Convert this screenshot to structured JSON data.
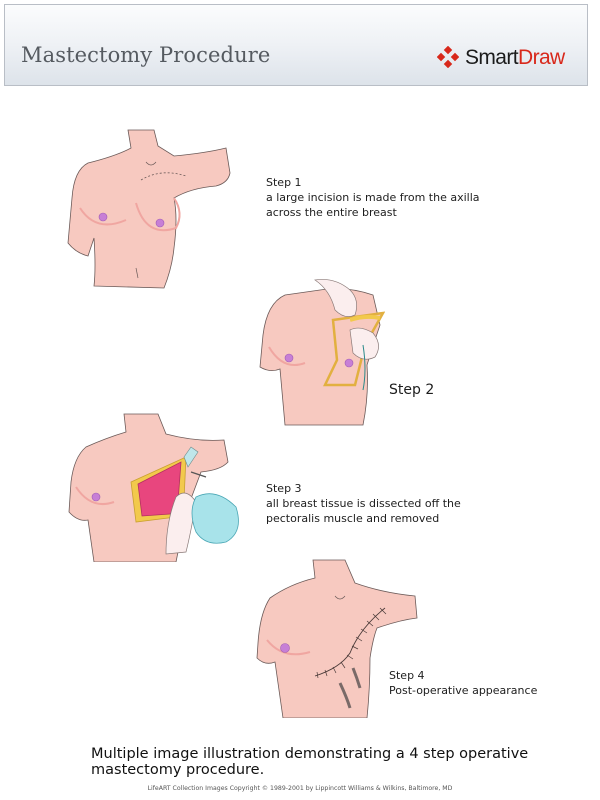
{
  "header": {
    "title": "Mastectomy Procedure",
    "logo": {
      "icon": "smartdraw-diamond-icon",
      "text_part1": "Smart",
      "text_part2": "Draw",
      "colors": {
        "part1": "#1b1b1b",
        "part2": "#d8281b",
        "icon": "#d8281b"
      }
    }
  },
  "steps": [
    {
      "label": "Step 1",
      "description_lines": [
        "a large incision is made from the axilla",
        "across the entire breast"
      ],
      "illustration": "torso-incision-marked"
    },
    {
      "label": "Step 2",
      "description_lines": [],
      "illustration": "torso-incision-opened-with-hands"
    },
    {
      "label": "Step 3",
      "description_lines": [
        "all breast tissue is dissected off the",
        "pectoralis muscle and removed"
      ],
      "illustration": "torso-pectoralis-exposed-tissue-removed"
    },
    {
      "label": "Step 4",
      "description_lines": [
        "Post-operative appearance"
      ],
      "illustration": "torso-sutured-with-drains"
    }
  ],
  "caption": {
    "lines": [
      "Multiple image illustration demonstrating a 4 step operative",
      "mastectomy procedure."
    ]
  },
  "copyright": "LifeART Collection Images Copyright © 1989-2001 by Lippincott Williams & Wilkins, Baltimore, MD",
  "colors": {
    "skin": "#f7c9c0",
    "skin_shadow": "#f0a6a1",
    "outline": "#6b5a58",
    "nipple": "#c77fd6",
    "fat": "#f2c94c",
    "muscle": "#e8467e",
    "bag": "#a8e3ea"
  }
}
